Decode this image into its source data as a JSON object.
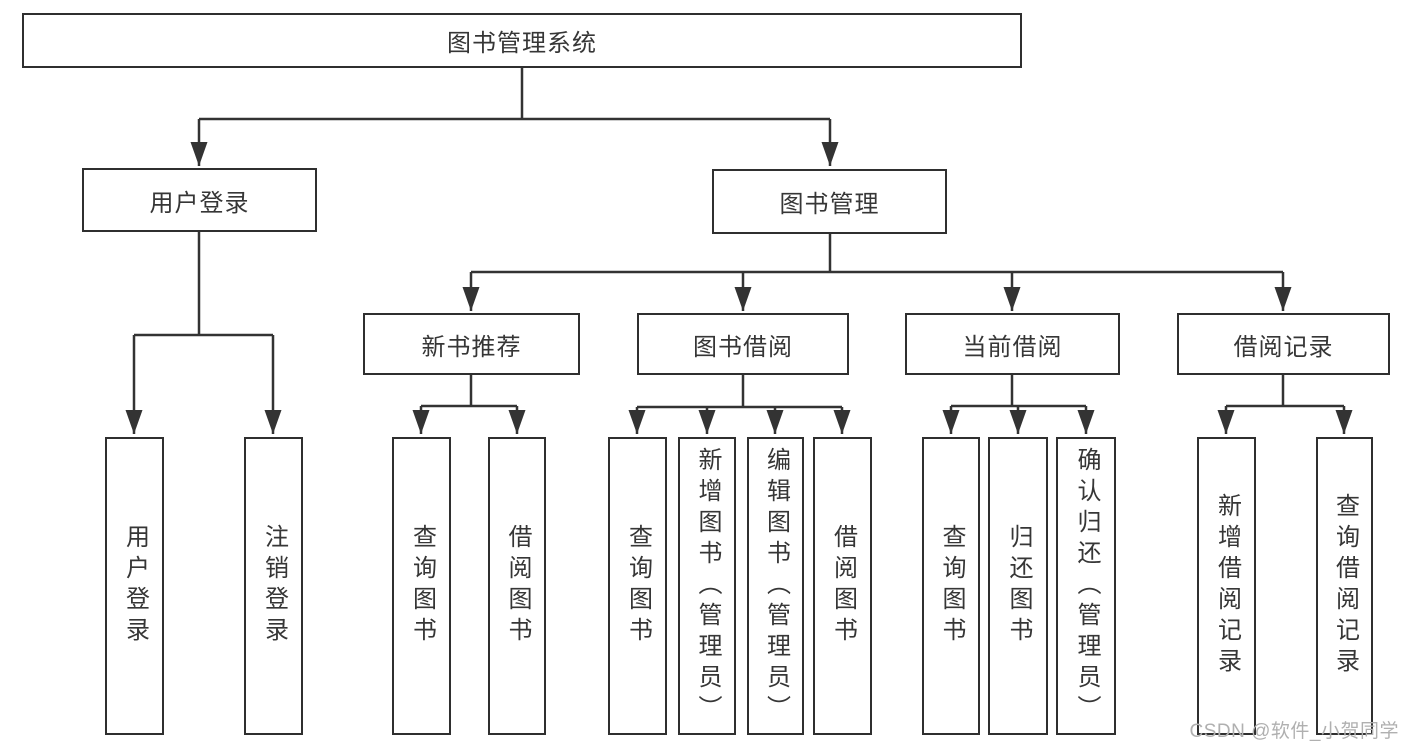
{
  "diagram": {
    "root": {
      "label": "图书管理系统"
    },
    "level2": [
      {
        "label": "用户登录"
      },
      {
        "label": "图书管理"
      }
    ],
    "level3": [
      {
        "label": "新书推荐",
        "parent": "图书管理"
      },
      {
        "label": "图书借阅",
        "parent": "图书管理"
      },
      {
        "label": "当前借阅",
        "parent": "图书管理"
      },
      {
        "label": "借阅记录",
        "parent": "图书管理"
      }
    ],
    "leaves": [
      {
        "label": "用户登录",
        "parent": "用户登录"
      },
      {
        "label": "注销登录",
        "parent": "用户登录"
      },
      {
        "label": "查询图书",
        "parent": "新书推荐"
      },
      {
        "label": "借阅图书",
        "parent": "新书推荐"
      },
      {
        "label": "查询图书",
        "parent": "图书借阅"
      },
      {
        "label": "新增图书（管理员）",
        "parent": "图书借阅"
      },
      {
        "label": "编辑图书（管理员）",
        "parent": "图书借阅"
      },
      {
        "label": "借阅图书",
        "parent": "图书借阅"
      },
      {
        "label": "查询图书",
        "parent": "当前借阅"
      },
      {
        "label": "归还图书",
        "parent": "当前借阅"
      },
      {
        "label": "确认归还（管理员）",
        "parent": "当前借阅"
      },
      {
        "label": "新增借阅记录",
        "parent": "借阅记录"
      },
      {
        "label": "查询借阅记录",
        "parent": "借阅记录"
      }
    ],
    "watermark": "CSDN @软件_小贺同学",
    "colors": {
      "line": "#333333",
      "box_border": "#2f2f2f",
      "text": "#363636",
      "background": "#ffffff",
      "watermark": "#b0b0b0"
    }
  }
}
